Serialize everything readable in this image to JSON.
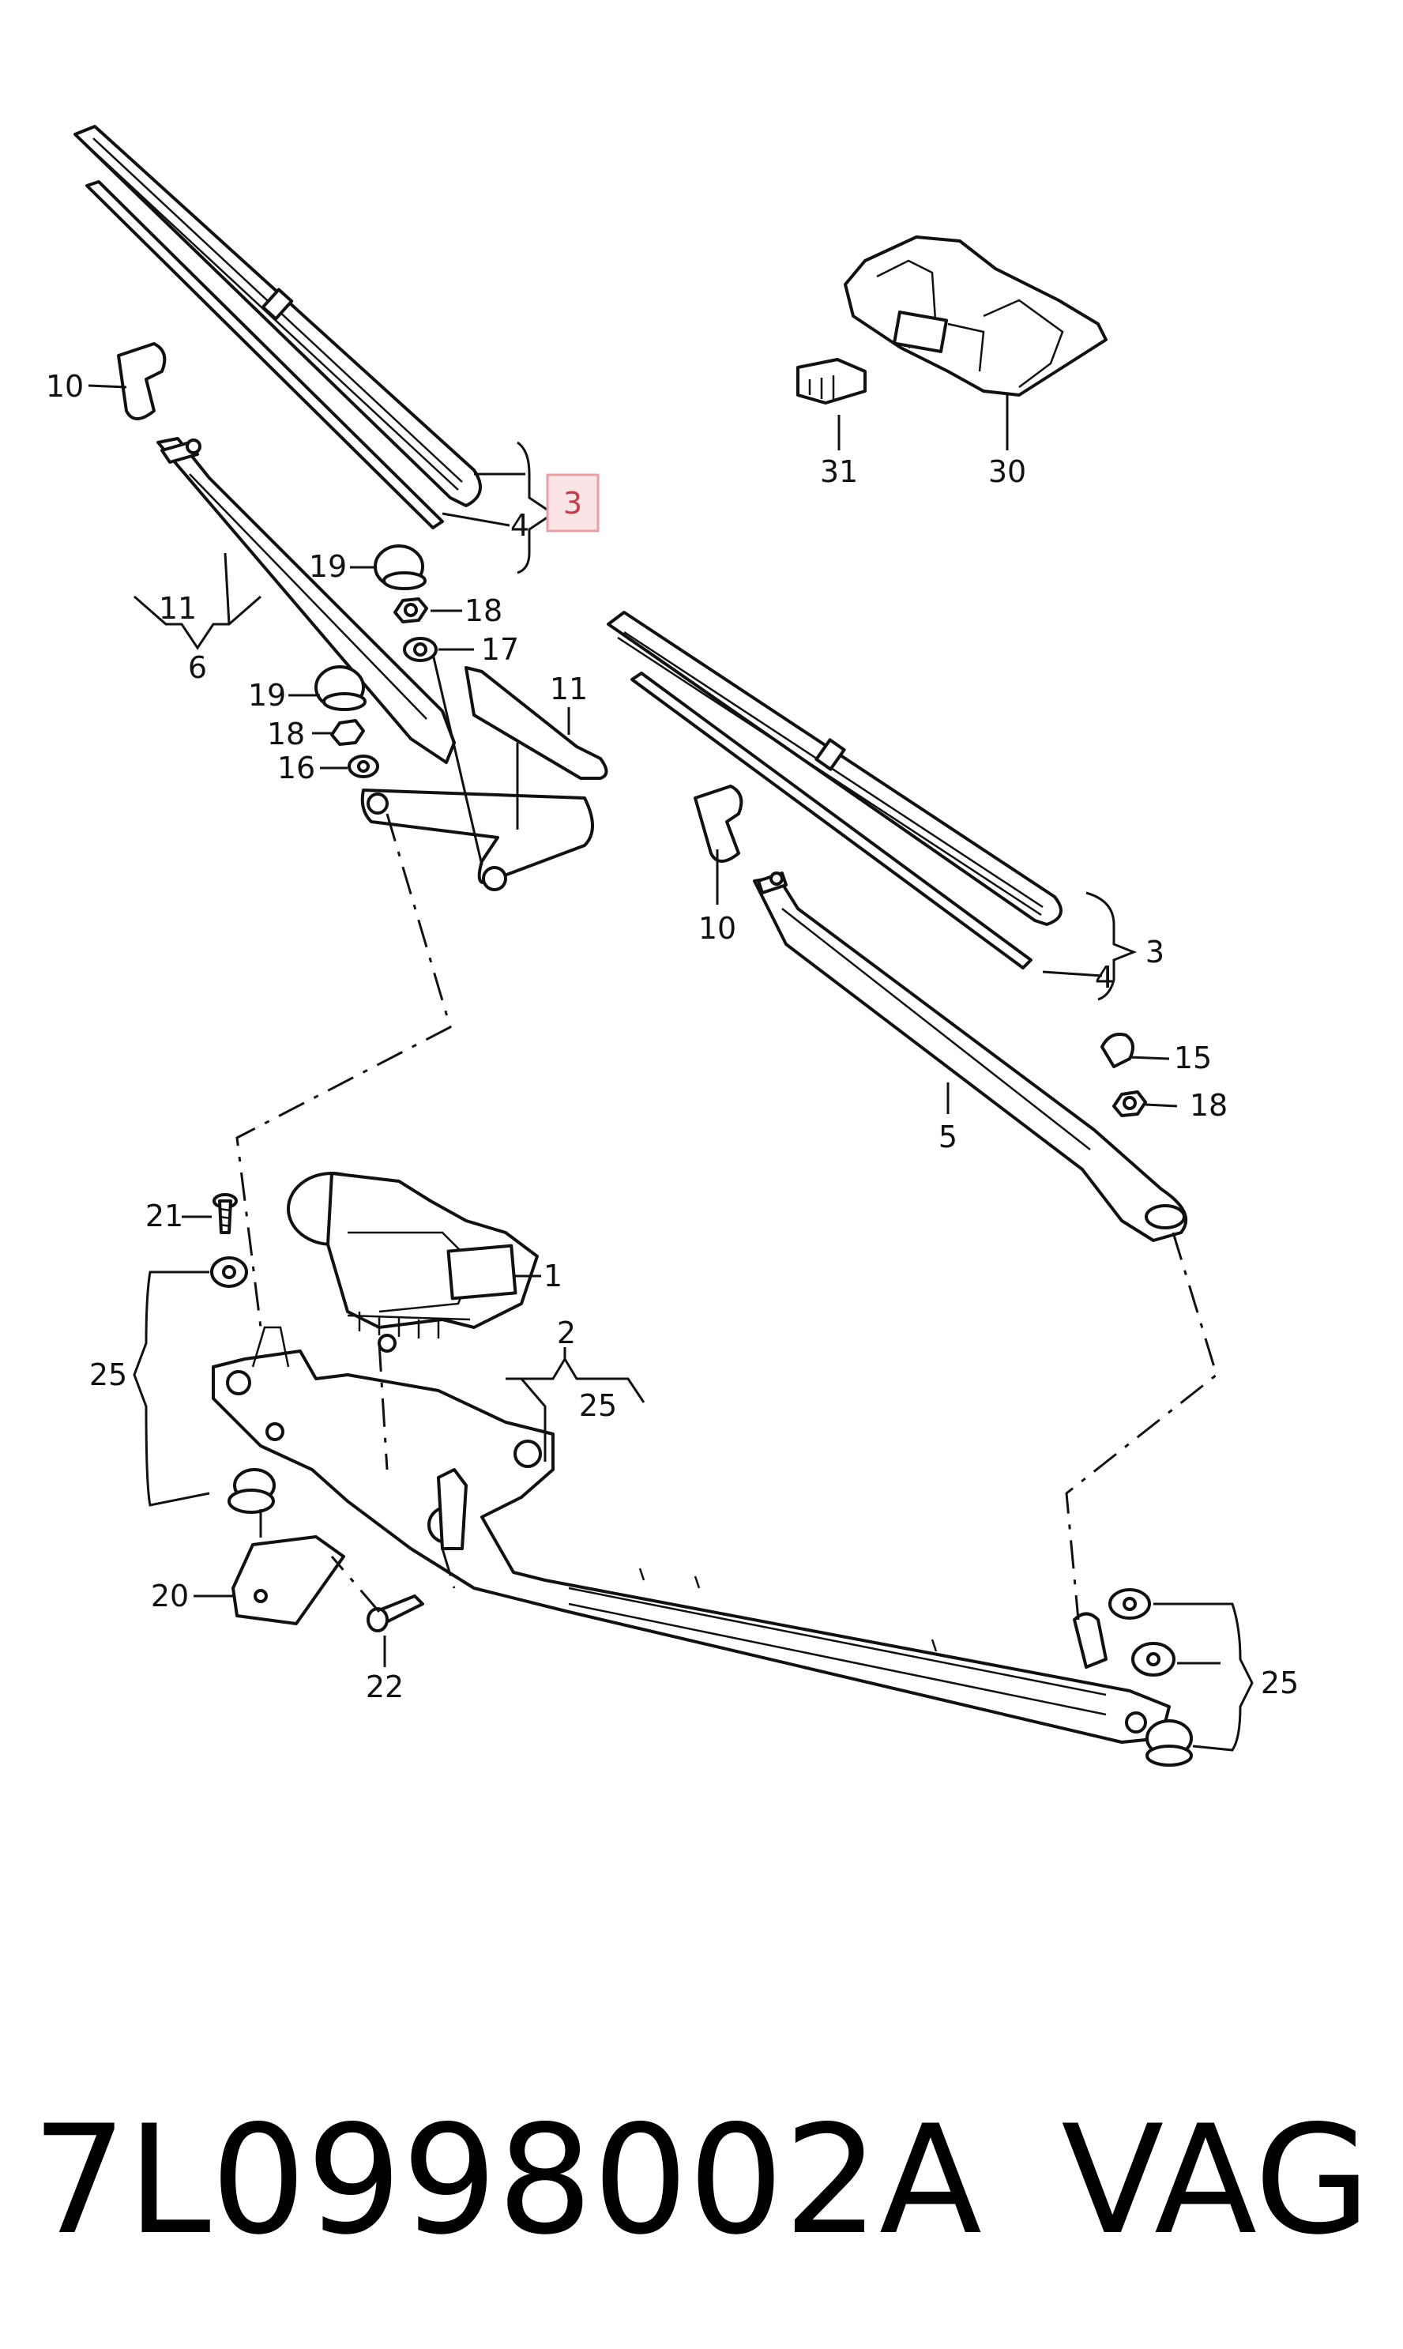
{
  "callouts": {
    "c3_hl": "3",
    "c4_a": "4",
    "c10_a": "10",
    "c11_a": "11",
    "c6": "6",
    "c19_a": "19",
    "c18_a": "18",
    "c17": "17",
    "c19_b": "19",
    "c18_b": "18",
    "c16": "16",
    "c11_b": "11",
    "c31": "31",
    "c30": "30",
    "c10_b": "10",
    "c3_b": "3",
    "c4_b": "4",
    "c15": "15",
    "c18_c": "18",
    "c5": "5",
    "c21": "21",
    "c1": "1",
    "c2": "2",
    "c25_a": "25",
    "c25_b": "25",
    "c20": "20",
    "c22": "22",
    "c25_c": "25"
  },
  "footer": {
    "part_number": "7L0998002A",
    "brand": "VAG"
  },
  "colors": {
    "highlight_box": "#e8a0a8",
    "highlight_fill": "#fbe4e6",
    "ink": "#111111"
  }
}
